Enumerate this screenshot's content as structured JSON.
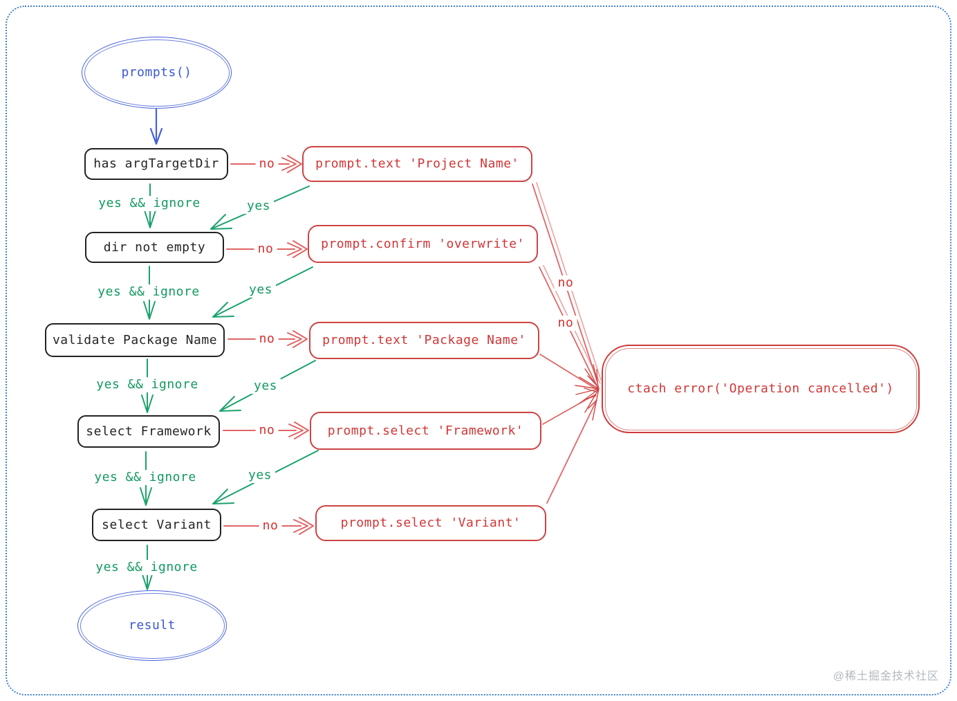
{
  "diagram": {
    "start_node": {
      "label": "prompts()"
    },
    "steps": [
      {
        "label": "has argTargetDir"
      },
      {
        "label": "dir not empty"
      },
      {
        "label": "validate Package Name"
      },
      {
        "label": "select Framework"
      },
      {
        "label": "select Variant"
      }
    ],
    "prompts": [
      {
        "label": "prompt.text 'Project Name'"
      },
      {
        "label": "prompt.confirm 'overwrite'"
      },
      {
        "label": "prompt.text 'Package Name'"
      },
      {
        "label": "prompt.select 'Framework'"
      },
      {
        "label": "prompt.select 'Variant'"
      }
    ],
    "error_node": {
      "label": "ctach error('Operation cancelled')"
    },
    "end_node": {
      "label": "result"
    },
    "edge_labels": {
      "no": "no",
      "yes": "yes",
      "yes_ignore": "yes && ignore"
    },
    "colors": {
      "blue": "#4560d8",
      "red": "#cf3a3a",
      "green": "#12995f",
      "black": "#222222",
      "border_blue": "#3d7fd0"
    }
  },
  "watermark": "@稀土掘金技术社区"
}
